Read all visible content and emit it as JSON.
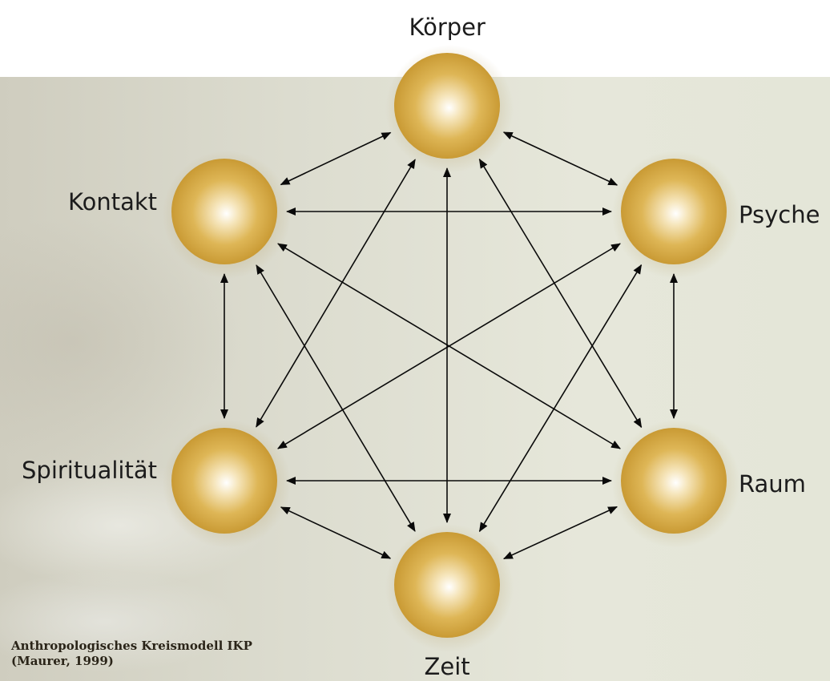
{
  "diagram": {
    "nodes": [
      {
        "id": "koerper",
        "label": "Körper"
      },
      {
        "id": "psyche",
        "label": "Psyche"
      },
      {
        "id": "raum",
        "label": "Raum"
      },
      {
        "id": "zeit",
        "label": "Zeit"
      },
      {
        "id": "spiritualitaet",
        "label": "Spiritualität"
      },
      {
        "id": "kontakt",
        "label": "Kontakt"
      }
    ],
    "connections": "every node is linked to every other node with a double-headed arrow",
    "node_color": "#dcb352"
  },
  "caption": {
    "line1": "Anthropologisches Kreismodell IKP",
    "line2": "(Maurer, 1999)"
  }
}
